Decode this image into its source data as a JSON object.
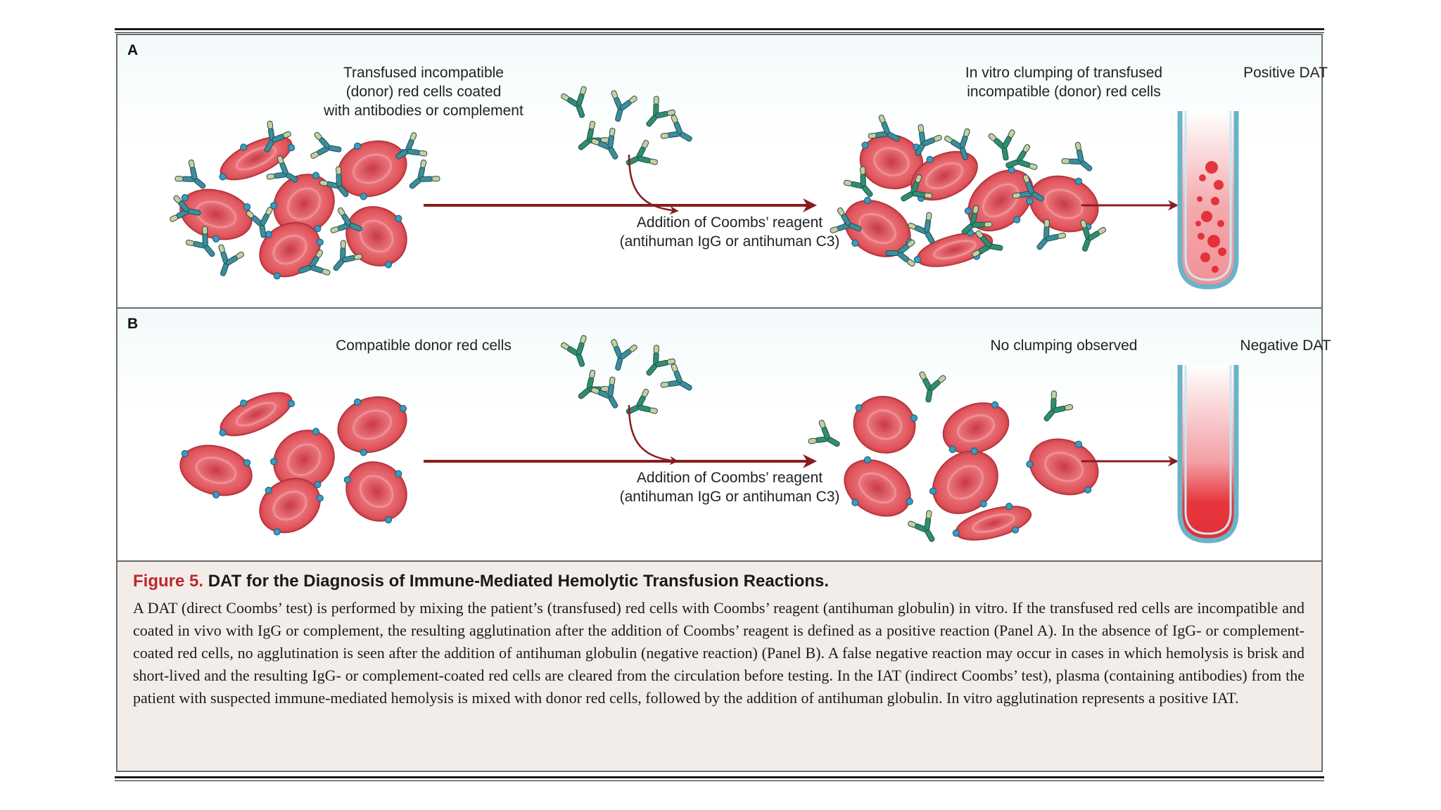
{
  "panel_a": {
    "letter": "A",
    "label_donor": "Transfused incompatible\n(donor) red cells coated\nwith antibodies or complement",
    "label_reagent": "Addition of Coombs’ reagent\n(antihuman IgG or antihuman C3)",
    "label_clump": "In vitro clumping of transfused\nincompatible (donor) red cells",
    "label_result": "Positive DAT"
  },
  "panel_b": {
    "letter": "B",
    "label_donor": "Compatible donor red cells",
    "label_reagent": "Addition of Coombs’ reagent\n(antihuman IgG or antihuman C3)",
    "label_clump": "No clumping observed",
    "label_result": "Negative DAT"
  },
  "caption": {
    "figure_label": "Figure 5.",
    "title": "DAT for the Diagnosis of Immune-Mediated Hemolytic Transfusion Reactions.",
    "body": "A DAT (direct Coombs’ test) is performed by mixing the patient’s (transfused) red cells with Coombs’ reagent (antihuman globulin) in vitro. If the transfused red cells are incompatible and coated in vivo with IgG or complement, the resulting agglutination after the addition of Coombs’ reagent is defined as a positive reaction (Panel A). In the absence of IgG- or complement-coated red cells, no agglutination is seen after the addition of antihuman globulin (negative reaction) (Panel B). A false negative reaction may occur in cases in which hemolysis is brisk and short-lived and the resulting IgG- or complement-coated red cells are cleared from the circulation before testing. In the IAT (indirect Coombs’ test), plasma (containing antibodies) from the patient with suspected immune-mediated hemolysis is mixed with donor red cells, followed by the addition of antihuman globulin. In vitro agglutination represents a positive IAT."
  },
  "colors": {
    "red_cell": "#e0535a",
    "red_cell_center": "#c93a44",
    "antibody_teal": "#3b8e9c",
    "antibody_green": "#2f8f6a",
    "antibody_tip": "#c9cf9a",
    "arrow": "#8a1c1e",
    "figure_label": "#c0262d",
    "caption_bg": "#f3ede9"
  },
  "icons": [
    "red-blood-cell-icon",
    "antibody-icon",
    "test-tube-icon",
    "arrow-icon"
  ]
}
